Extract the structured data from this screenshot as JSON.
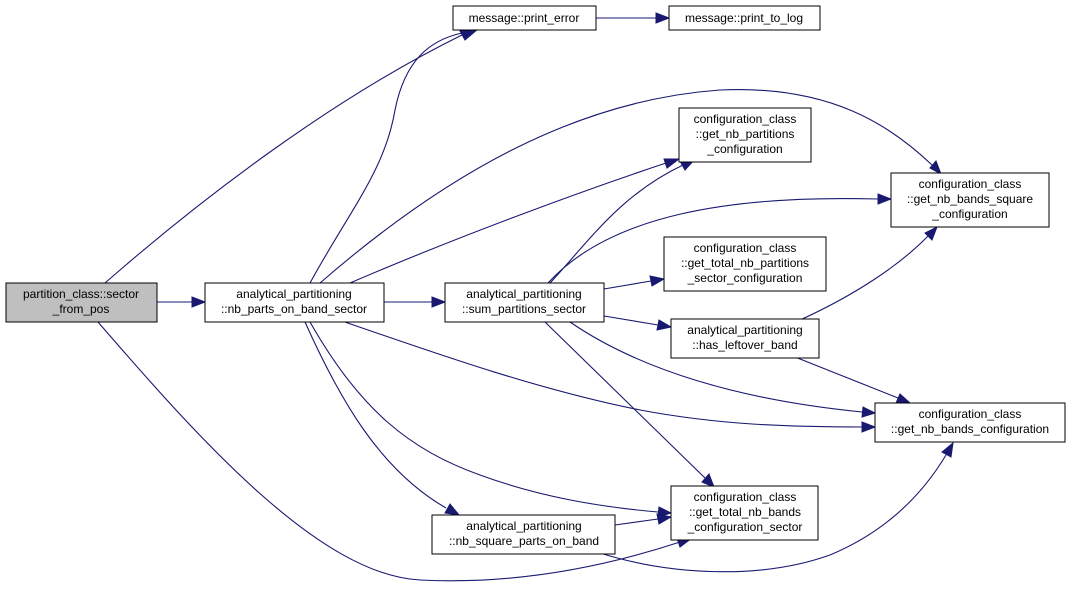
{
  "colors": {
    "root_fill": "#bfbfbf",
    "node_fill": "#ffffff",
    "edge": "#191970"
  },
  "nodes": {
    "sector_from_pos": {
      "lines": [
        "partition_class::sector",
        "_from_pos"
      ]
    },
    "nb_parts_on_band_sector": {
      "lines": [
        "analytical_partitioning",
        "::nb_parts_on_band_sector"
      ]
    },
    "print_error": {
      "lines": [
        "message::print_error"
      ]
    },
    "print_to_log": {
      "lines": [
        "message::print_to_log"
      ]
    },
    "get_nb_partitions_configuration": {
      "lines": [
        "configuration_class",
        "::get_nb_partitions",
        "_configuration"
      ]
    },
    "get_nb_bands_square_configuration": {
      "lines": [
        "configuration_class",
        "::get_nb_bands_square",
        "_configuration"
      ]
    },
    "sum_partitions_sector": {
      "lines": [
        "analytical_partitioning",
        "::sum_partitions_sector"
      ]
    },
    "get_total_nb_partitions_sector_configuration": {
      "lines": [
        "configuration_class",
        "::get_total_nb_partitions",
        "_sector_configuration"
      ]
    },
    "has_leftover_band": {
      "lines": [
        "analytical_partitioning",
        "::has_leftover_band"
      ]
    },
    "get_nb_bands_configuration": {
      "lines": [
        "configuration_class",
        "::get_nb_bands_configuration"
      ]
    },
    "get_total_nb_bands_configuration_sector": {
      "lines": [
        "configuration_class",
        "::get_total_nb_bands",
        "_configuration_sector"
      ]
    },
    "nb_square_parts_on_band": {
      "lines": [
        "analytical_partitioning",
        "::nb_square_parts_on_band"
      ]
    }
  }
}
